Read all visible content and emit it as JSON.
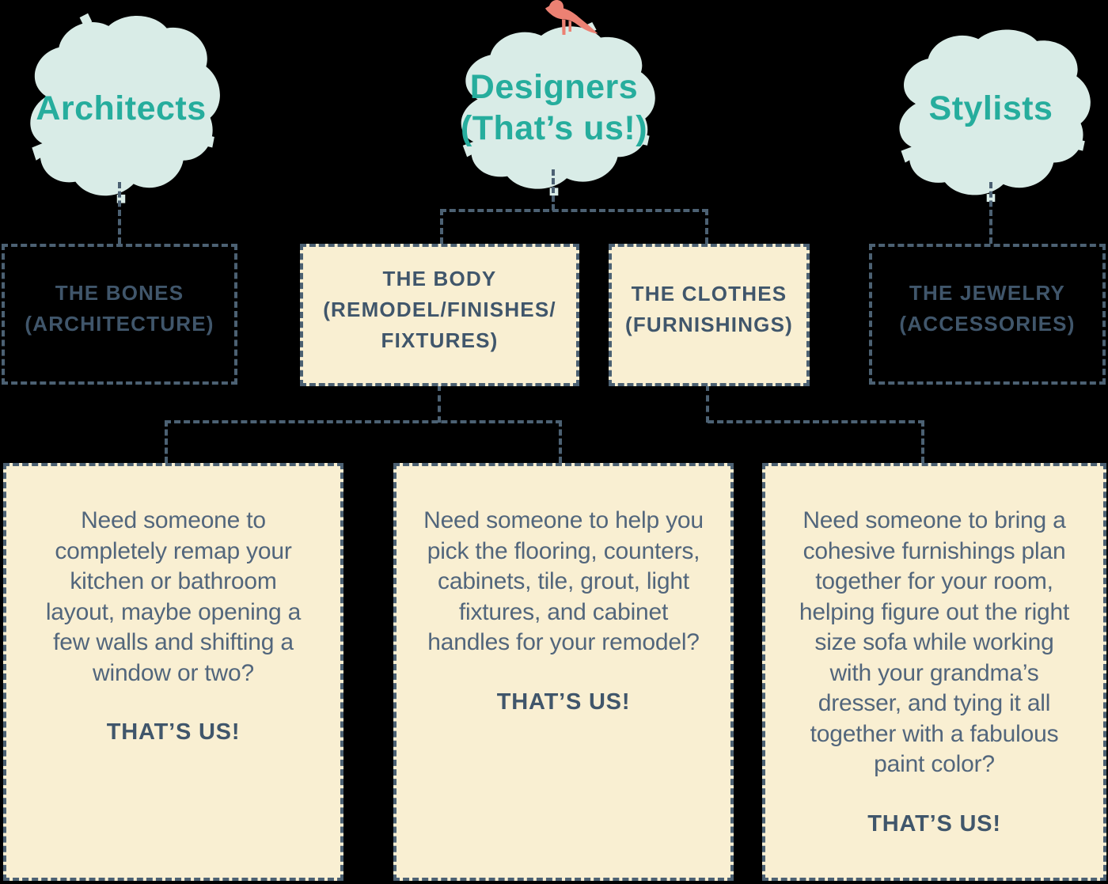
{
  "palette": {
    "background": "#000000",
    "teal_heading": "#26ad9d",
    "mint_splash": "#d9ece7",
    "slate_text": "#40566b",
    "slate_body_text": "#52667c",
    "dashed_border": "#4c6173",
    "cream_fill": "#f9efd2",
    "bird_coral": "#ec8173"
  },
  "icons": {
    "bird": "bird-icon"
  },
  "headings": {
    "architects": "Architects",
    "designers": "Designers\n(That’s us!)",
    "stylists": "Stylists"
  },
  "tier2": {
    "bones": "THE BONES\n(ARCHITECTURE)",
    "body": "THE BODY\n(REMODEL/FINISHES/\nFIXTURES)",
    "clothes": "THE CLOTHES\n(FURNISHINGS)",
    "jewelry": "THE JEWELRY\n(ACCESSORIES)"
  },
  "tier3": {
    "remodel": {
      "body": "Need someone to\ncompletely remap your\nkitchen or bathroom\nlayout, maybe opening a\nfew walls and shifting a\nwindow or two?",
      "cta": "THAT’S US!"
    },
    "finishes": {
      "body": "Need someone to help you\npick the flooring, counters,\ncabinets, tile, grout, light\nfixtures, and cabinet\nhandles for your remodel?",
      "cta": "THAT’S US!"
    },
    "furnishings": {
      "body": "Need someone to bring a\ncohesive furnishings plan\ntogether for your room,\nhelping figure out the right\nsize sofa while working\nwith your grandma’s\ndresser, and tying it all\ntogether with a fabulous\npaint color?",
      "cta": "THAT’S US!"
    }
  }
}
